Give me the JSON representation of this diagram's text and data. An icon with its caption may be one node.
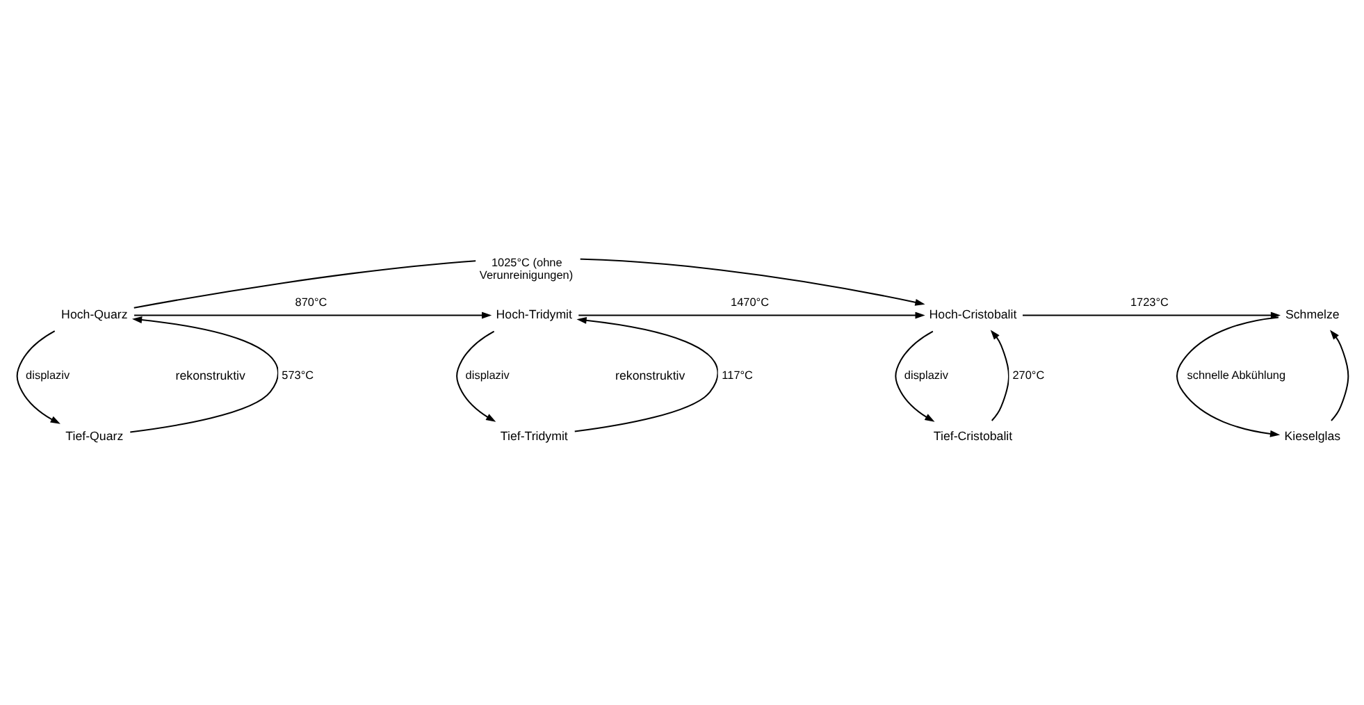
{
  "diagram": {
    "nodes": [
      {
        "text": [
          "Hoch-Quarz"
        ]
      },
      {
        "text": [
          "Hoch-Tridymit"
        ]
      },
      {
        "text": [
          "Hoch-Cristobalit"
        ]
      },
      {
        "text": [
          "Schmelze"
        ]
      },
      {
        "text": [
          "Tief-Quarz"
        ]
      },
      {
        "text": [
          "Tief-Tridymit"
        ]
      },
      {
        "text": [
          "Tief-Cristobalit"
        ]
      },
      {
        "text": [
          "Kieselglas"
        ]
      }
    ],
    "edges": [
      {
        "from": 0,
        "to": 2,
        "arrow": "to",
        "label": "1025°C (ohne Verunreinigungen)"
      },
      {
        "from": 0,
        "to": 1,
        "arrow": "to",
        "label": "870°C"
      },
      {
        "from": 1,
        "to": 2,
        "arrow": "to",
        "label": "1470°C"
      },
      {
        "from": 2,
        "to": 3,
        "arrow": "to",
        "label": "1723°C"
      },
      {
        "from": 4,
        "to": 0,
        "arrow": "to",
        "label": "573°C"
      },
      {
        "from": 0,
        "to": 4,
        "arrow": "to",
        "label": "displaziv"
      },
      {
        "from": 5,
        "to": 1,
        "arrow": "to",
        "label": "117°C"
      },
      {
        "from": 1,
        "to": 5,
        "arrow": "to",
        "label": "displaziv"
      },
      {
        "from": 6,
        "to": 2,
        "arrow": "to",
        "label": "270°C"
      },
      {
        "from": 2,
        "to": 6,
        "arrow": "to",
        "label": "displaziv"
      },
      {
        "from": 7,
        "to": 3,
        "arrow": "to"
      },
      {
        "from": 3,
        "to": 7,
        "arrow": "to",
        "label": "schnelle Abkühlung"
      }
    ],
    "labels": [
      "rekonstruktiv",
      "rekonstruktiv"
    ]
  }
}
